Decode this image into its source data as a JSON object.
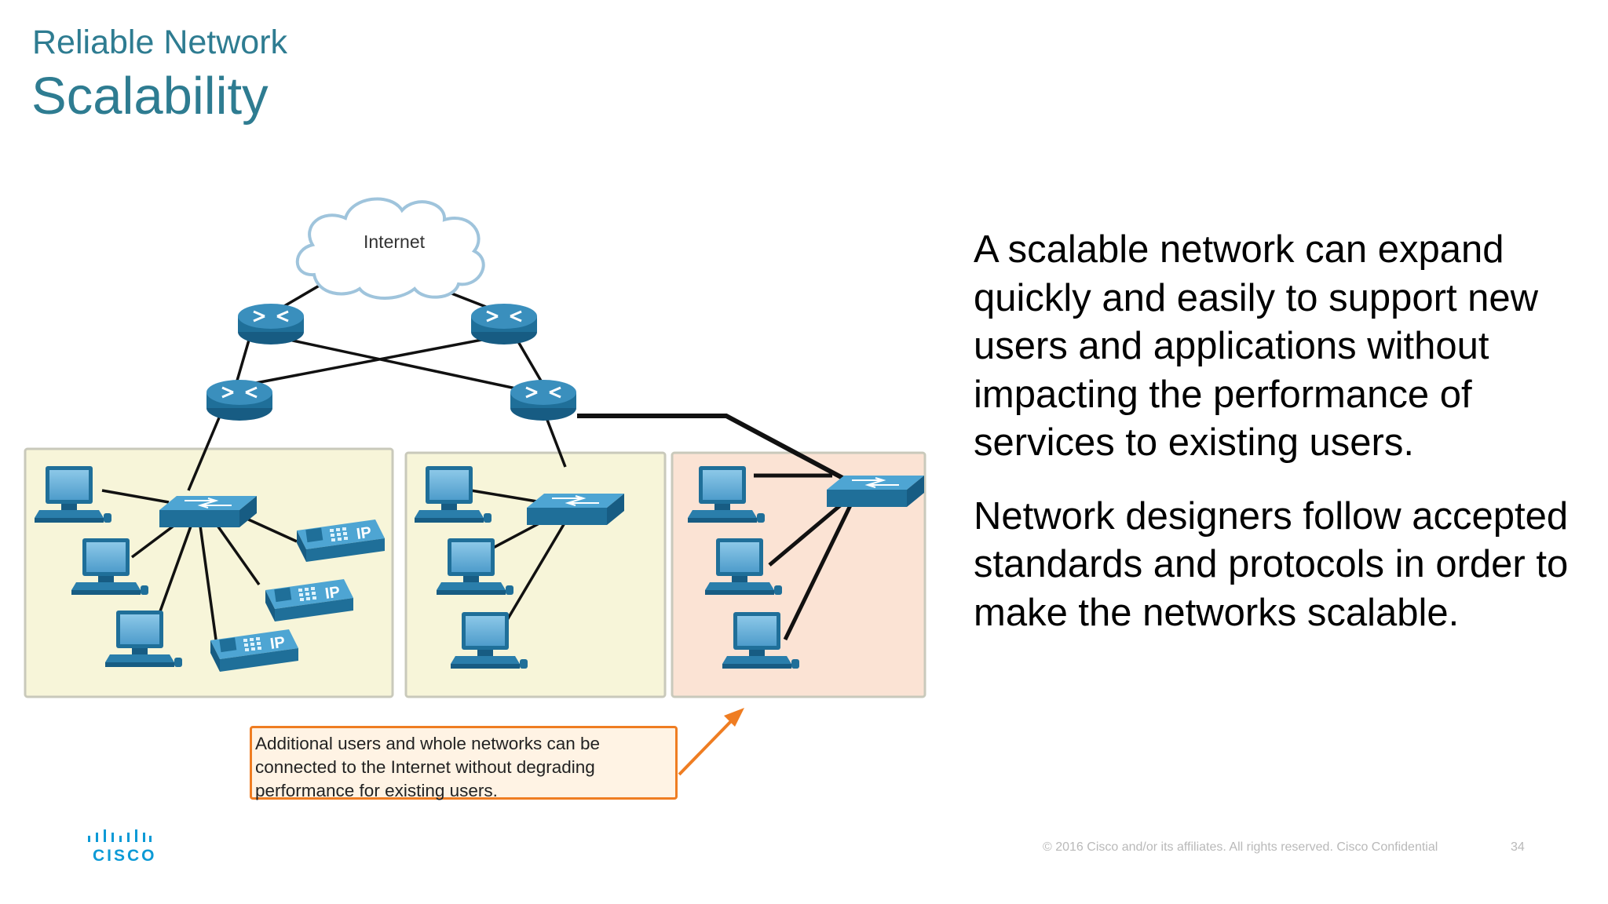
{
  "header": {
    "subtitle": "Reliable Network",
    "title": "Scalability"
  },
  "diagram": {
    "cloud_label": "Internet",
    "phone_label": "IP",
    "callout": "Additional users and whole networks can be connected to the Internet without degrading performance for existing users.",
    "colors": {
      "device_blue": "#1f6f99",
      "existing_area": "#f7f5d9",
      "new_area": "#fbe3d4",
      "callout_border": "#ef7d22"
    }
  },
  "body": {
    "paragraphs": [
      "A scalable network can expand quickly and easily to support new users and applications without impacting the performance of services to existing users.",
      "Network designers follow accepted standards and protocols in order to make the networks scalable."
    ]
  },
  "footer": {
    "logo_text": "CISCO",
    "copyright": "© 2016  Cisco and/or its affiliates. All rights reserved.   Cisco Confidential",
    "page_number": "34"
  }
}
